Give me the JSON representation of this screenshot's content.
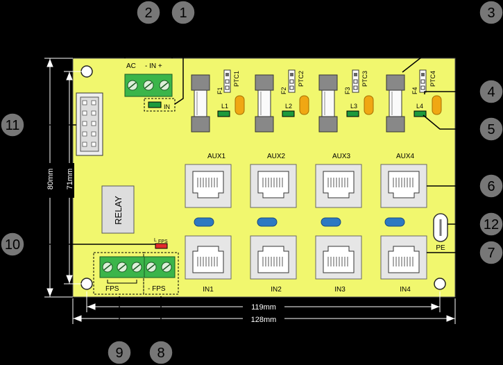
{
  "board": {
    "colors": {
      "background": "#000000",
      "pcb": "#f1f76e",
      "terminal": "#3bb54a",
      "led_green": "#1d9a3c",
      "led_red": "#e22b2b",
      "ptc": "#f0a713",
      "ferrite": "#2d79c2",
      "callout_fill": "#777777"
    },
    "input_label_ac": "AC",
    "input_label_in": "- IN +",
    "input_led_label": "IN",
    "relay_label": "RELAY",
    "fps_led_label": "FPS",
    "fps_led_prefix": "L",
    "pe_label": "PE",
    "fps_terminal_label": "FPS",
    "minus_fps_label": "-  FPS",
    "channels": [
      {
        "fuse": "F1",
        "ptc": "PTC1",
        "led": "L1",
        "aux": "AUX1",
        "in": "IN1"
      },
      {
        "fuse": "F2",
        "ptc": "PTC2",
        "led": "L2",
        "aux": "AUX2",
        "in": "IN2"
      },
      {
        "fuse": "F3",
        "ptc": "PTC3",
        "led": "L3",
        "aux": "AUX3",
        "in": "IN3"
      },
      {
        "fuse": "F4",
        "ptc": "PTC4",
        "led": "L4",
        "aux": "AUX4",
        "in": "IN4"
      }
    ]
  },
  "dimensions": {
    "width_inner": "119mm",
    "width_outer": "128mm",
    "height_outer": "80mm",
    "height_inner": "71mm"
  },
  "callouts": [
    "1",
    "2",
    "3",
    "4",
    "5",
    "6",
    "7",
    "8",
    "9",
    "10",
    "11",
    "12"
  ]
}
